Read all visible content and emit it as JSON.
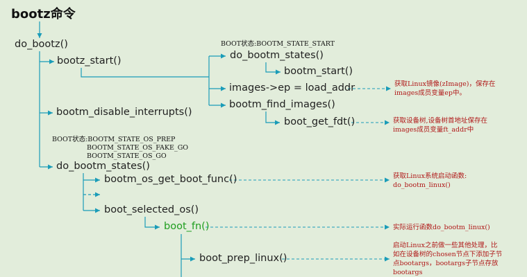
{
  "title": "bootz命令",
  "nodes": {
    "do_bootz": "do_bootz()",
    "bootz_start": "bootz_start()",
    "do_bootm_states_1": "do_bootm_states()",
    "bootm_start": "bootm_start()",
    "images_ep": "images->ep = load_addr",
    "bootm_find_images": "bootm_find_images()",
    "boot_get_fdt": "boot_get_fdt()",
    "bootm_disable_interrupts": "bootm_disable_interrupts()",
    "do_bootm_states_2": "do_bootm_states()",
    "bootm_os_get_boot_func": "bootm_os_get_boot_func()",
    "boot_selected_os": "boot_selected_os()",
    "boot_fn": "boot_fn()",
    "boot_prep_linux": "boot_prep_linux()"
  },
  "states": {
    "start": "BOOT状态:BOOTM_STATE_START",
    "os_prep": "BOOT状态:BOOTM_STATE_OS_PREP",
    "os_fake_go": "BOOTM_STATE_OS_FAKE_GO",
    "os_go": "BOOTM_STATE_OS_GO"
  },
  "notes": {
    "get_linux_image": "获取Linux镜像(zImage)，保存在images成员变量ep中。",
    "get_device_tree": "获取设备树,设备树首地址保存在images成员变量ft_addr中",
    "get_boot_func": "获取Linux系统启动函数: do_bootm_linux()",
    "actual_run": "实际运行函数do_bootm_linux()",
    "before_boot": "启动Linux之前做一些其他处理，比如在设备树的chosen节点下添加子节点bootargs，bootargs子节点存放bootargs"
  },
  "colors": {
    "background": "#e2eddb",
    "arrow": "#1a9cb8",
    "note_text": "#b01818",
    "highlight_fn": "#1f9e1f"
  }
}
